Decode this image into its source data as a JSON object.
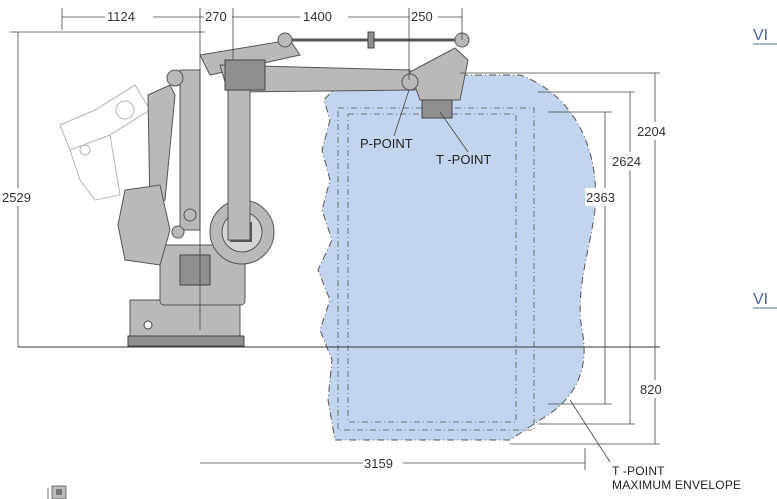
{
  "dimensions": {
    "top_1124": "1124",
    "top_270": "270",
    "top_1400": "1400",
    "top_250": "250",
    "left_2529": "2529",
    "right_2204": "2204",
    "right_2624": "2624",
    "right_2363": "2363",
    "right_820": "820",
    "bottom_3159": "3159"
  },
  "labels": {
    "p_point": "P-POINT",
    "t_point": "T -POINT",
    "t_point_bottom": "T -POINT",
    "max_envelope": "MAXIMUM ENVELOPE"
  },
  "side_cropped": {
    "upper": "VI",
    "lower": "VI"
  },
  "colors": {
    "envelope_fill": "#c3d5ee",
    "side_text": "#4a6a95"
  }
}
